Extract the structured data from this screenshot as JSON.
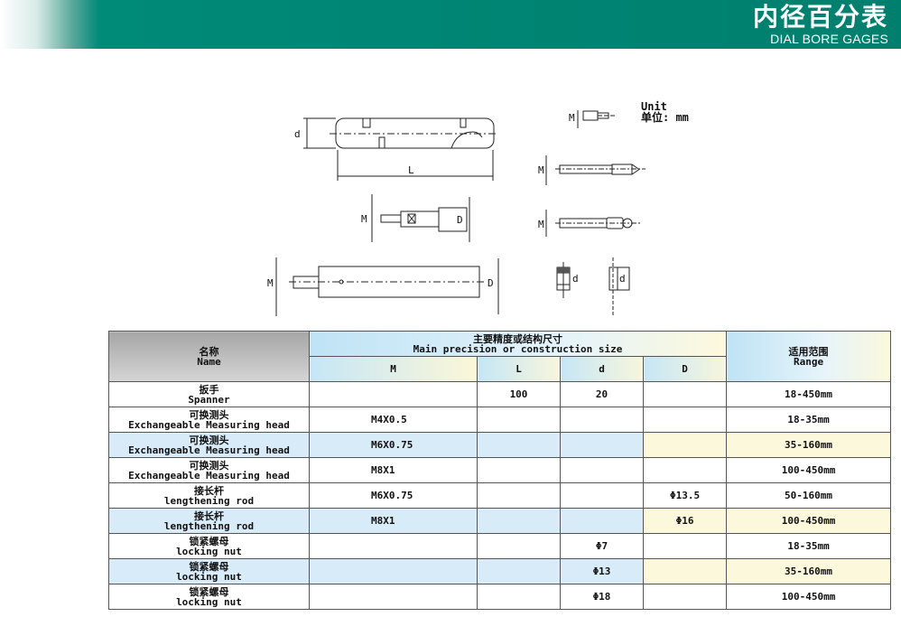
{
  "header": {
    "title_cn": "内径百分表",
    "title_en": "DIAL BORE GAGES"
  },
  "unit": {
    "line1": "Unit",
    "line2": "单位: mm"
  },
  "drawing_labels": {
    "d": "d",
    "L": "L",
    "M": "M",
    "D": "D"
  },
  "table": {
    "col_name_cn": "名称",
    "col_name_en": "Name",
    "col_main_cn": "主要精度或结构尺寸",
    "col_main_en": "Main precision or construction size",
    "col_range_cn": "适用范围",
    "col_range_en": "Range",
    "sub_M": "M",
    "sub_L": "L",
    "sub_d": "d",
    "sub_D": "D",
    "rows": [
      {
        "cn": "扳手",
        "en": "Spanner",
        "M": "",
        "L": "100",
        "d": "20",
        "D": "",
        "range": "18-450mm"
      },
      {
        "cn": "可换测头",
        "en": "Exchangeable Measuring head",
        "M": "M4X0.5",
        "L": "",
        "d": "",
        "D": "",
        "range": "18-35mm"
      },
      {
        "cn": "可换测头",
        "en": "Exchangeable Measuring head",
        "M": "M6X0.75",
        "L": "",
        "d": "",
        "D": "",
        "range": "35-160mm"
      },
      {
        "cn": "可换测头",
        "en": "Exchangeable Measuring head",
        "M": "M8X1",
        "L": "",
        "d": "",
        "D": "",
        "range": "100-450mm"
      },
      {
        "cn": "接长杆",
        "en": "lengthening rod",
        "M": "M6X0.75",
        "L": "",
        "d": "",
        "D": "Φ13.5",
        "range": "50-160mm"
      },
      {
        "cn": "接长杆",
        "en": "lengthening rod",
        "M": "M8X1",
        "L": "",
        "d": "",
        "D": "Φ16",
        "range": "100-450mm"
      },
      {
        "cn": "锁紧螺母",
        "en": "locking nut",
        "M": "",
        "L": "",
        "d": "Φ7",
        "D": "",
        "range": "18-35mm"
      },
      {
        "cn": "锁紧螺母",
        "en": "locking nut",
        "M": "",
        "L": "",
        "d": "Φ13",
        "D": "",
        "range": "35-160mm"
      },
      {
        "cn": "锁紧螺母",
        "en": "locking nut",
        "M": "",
        "L": "",
        "d": "Φ18",
        "D": "",
        "range": "100-450mm"
      }
    ]
  }
}
